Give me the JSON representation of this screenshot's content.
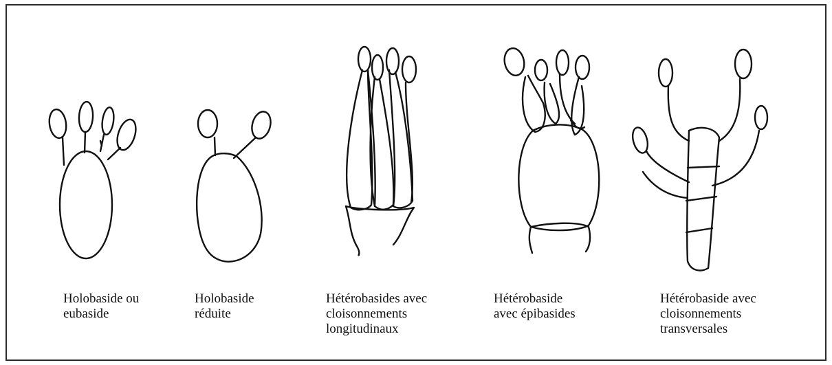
{
  "figure": {
    "captions": [
      {
        "lines": [
          "Holobaside ou",
          "eubaside"
        ]
      },
      {
        "lines": [
          "Holobaside",
          "réduite"
        ]
      },
      {
        "lines": [
          "Hétérobasides avec",
          "cloisonnements",
          "longitudinaux"
        ]
      },
      {
        "lines": [
          "Hétérobaside",
          "avec épibasides"
        ]
      },
      {
        "lines": [
          "Hétérobaside avec",
          "cloisonnements",
          "transversales"
        ]
      }
    ]
  }
}
